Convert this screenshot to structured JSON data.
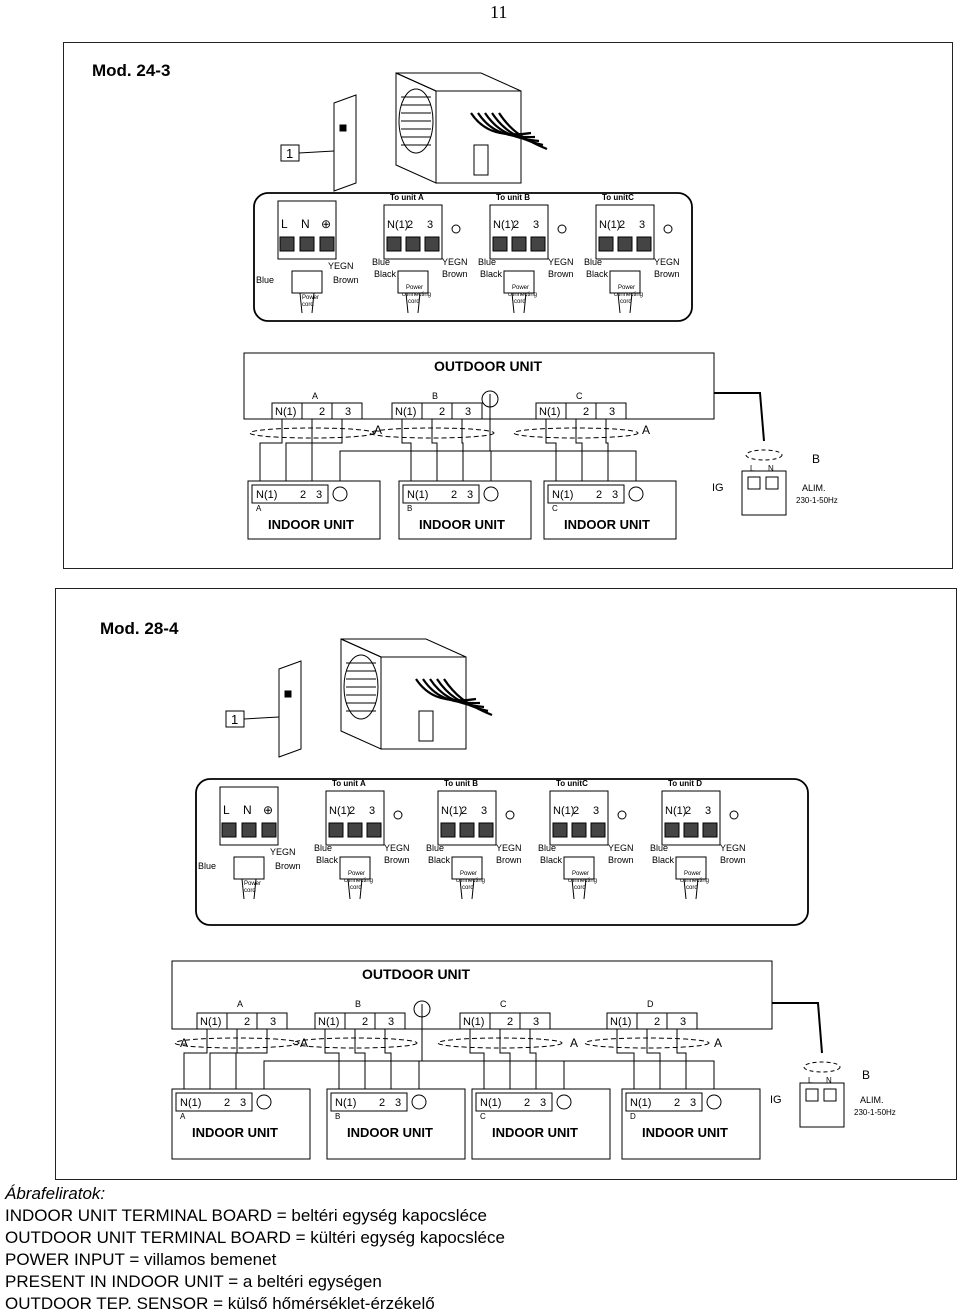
{
  "page_number": "11",
  "mod24": {
    "title": "Mod. 24-3",
    "callout": "1",
    "wiring": {
      "power_block": {
        "l": "L",
        "n": "N",
        "ground": "⊕",
        "yegn": "YEGN",
        "blue": "Blue",
        "brown": "Brown",
        "cord": [
          "Power",
          "cord"
        ]
      },
      "units": [
        {
          "label": "To unit A",
          "n": "N(1)",
          "t2": "2",
          "t3": "3",
          "blue": "Blue",
          "black": "Black",
          "yegn": "YEGN",
          "brown": "Brown",
          "cord": [
            "Power",
            "connecting",
            "cord"
          ]
        },
        {
          "label": "To unit B",
          "n": "N(1)",
          "t2": "2",
          "t3": "3",
          "blue": "Blue",
          "black": "Black",
          "yegn": "YEGN",
          "brown": "Brown",
          "cord": [
            "Power",
            "connecting",
            "cord"
          ]
        },
        {
          "label": "To unitC",
          "n": "N(1)",
          "t2": "2",
          "t3": "3",
          "blue": "Blue",
          "black": "Black",
          "yegn": "YEGN",
          "brown": "Brown",
          "cord": [
            "Power",
            "connecting",
            "cord"
          ]
        }
      ]
    },
    "schematic": {
      "outdoor_label": "OUTDOOR UNIT",
      "outdoor_terminals": [
        {
          "letter": "A",
          "labels": [
            "N(1)",
            "2",
            "3"
          ]
        },
        {
          "letter": "B",
          "labels": [
            "N(1)",
            "2",
            "3"
          ]
        },
        {
          "letter": "C",
          "labels": [
            "N(1)",
            "2",
            "3"
          ]
        }
      ],
      "cable_marks": [
        "A",
        "A",
        "B"
      ],
      "indoor_units": [
        {
          "letter": "A",
          "labels": [
            "N(1)",
            "2",
            "3"
          ],
          "name": "INDOOR UNIT"
        },
        {
          "letter": "B",
          "labels": [
            "N(1)",
            "2",
            "3"
          ],
          "name": "INDOOR UNIT"
        },
        {
          "letter": "C",
          "labels": [
            "N(1)",
            "2",
            "3"
          ],
          "name": "INDOOR UNIT"
        }
      ],
      "switch": {
        "ig": "IG",
        "l": "L",
        "n": "N",
        "alim": "ALIM.",
        "freq": "230-1-50Hz"
      }
    }
  },
  "mod28": {
    "title": "Mod. 28-4",
    "callout": "1",
    "wiring": {
      "power_block": {
        "l": "L",
        "n": "N",
        "ground": "⊕",
        "yegn": "YEGN",
        "blue": "Blue",
        "brown": "Brown",
        "cord": [
          "Power",
          "cord"
        ]
      },
      "units": [
        {
          "label": "To unit A",
          "n": "N(1)",
          "t2": "2",
          "t3": "3",
          "blue": "Blue",
          "black": "Black",
          "yegn": "YEGN",
          "brown": "Brown",
          "cord": [
            "Power",
            "connecting",
            "cord"
          ]
        },
        {
          "label": "To unit B",
          "n": "N(1)",
          "t2": "2",
          "t3": "3",
          "blue": "Blue",
          "black": "Black",
          "yegn": "YEGN",
          "brown": "Brown",
          "cord": [
            "Power",
            "connecting",
            "cord"
          ]
        },
        {
          "label": "To unitC",
          "n": "N(1)",
          "t2": "2",
          "t3": "3",
          "blue": "Blue",
          "black": "Black",
          "yegn": "YEGN",
          "brown": "Brown",
          "cord": [
            "Power",
            "connecting",
            "cord"
          ]
        },
        {
          "label": "To unit D",
          "n": "N(1)",
          "t2": "2",
          "t3": "3",
          "blue": "Blue",
          "black": "Black",
          "yegn": "YEGN",
          "brown": "Brown",
          "cord": [
            "Power",
            "connecting",
            "cord"
          ]
        }
      ]
    },
    "schematic": {
      "outdoor_label": "OUTDOOR UNIT",
      "outdoor_terminals": [
        {
          "letter": "A",
          "labels": [
            "N(1)",
            "2",
            "3"
          ]
        },
        {
          "letter": "B",
          "labels": [
            "N(1)",
            "2",
            "3"
          ]
        },
        {
          "letter": "C",
          "labels": [
            "N(1)",
            "2",
            "3"
          ]
        },
        {
          "letter": "D",
          "labels": [
            "N(1)",
            "2",
            "3"
          ]
        }
      ],
      "cable_marks": [
        "A",
        "A",
        "A",
        "A",
        "B"
      ],
      "indoor_units": [
        {
          "letter": "A",
          "labels": [
            "N(1)",
            "2",
            "3"
          ],
          "name": "INDOOR UNIT"
        },
        {
          "letter": "B",
          "labels": [
            "N(1)",
            "2",
            "3"
          ],
          "name": "INDOOR UNIT"
        },
        {
          "letter": "C",
          "labels": [
            "N(1)",
            "2",
            "3"
          ],
          "name": "INDOOR UNIT"
        },
        {
          "letter": "D",
          "labels": [
            "N(1)",
            "2",
            "3"
          ],
          "name": "INDOOR UNIT"
        }
      ],
      "switch": {
        "ig": "IG",
        "l": "L",
        "n": "N",
        "alim": "ALIM.",
        "freq": "230-1-50Hz"
      }
    }
  },
  "captions": {
    "heading": "Ábrafeliratok:",
    "lines": [
      "INDOOR UNIT TERMINAL BOARD = beltéri egység kapocsléce",
      "OUTDOOR UNIT TERMINAL BOARD = kültéri egység kapocsléce",
      "POWER INPUT = villamos bemenet",
      "PRESENT IN INDOOR UNIT = a beltéri egységen",
      "OUTDOOR TEP. SENSOR = külső hőmérséklet-érzékelő"
    ]
  }
}
